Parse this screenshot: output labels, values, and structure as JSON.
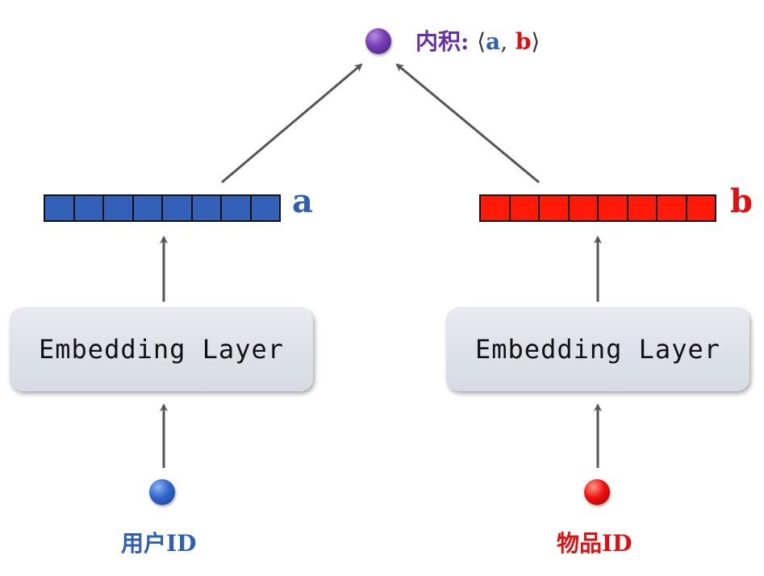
{
  "output": {
    "label": "内积:",
    "open_bracket": "⟨",
    "a": "a",
    "comma": ",",
    "b": "b",
    "close_bracket": "⟩"
  },
  "vectors": {
    "a": {
      "label": "a",
      "cells": 8,
      "color": "#3461b8"
    },
    "b": {
      "label": "b",
      "cells": 8,
      "color": "#ff1a0a"
    }
  },
  "layers": {
    "user": "Embedding Layer",
    "item": "Embedding Layer"
  },
  "inputs": {
    "user": "用户ID",
    "item": "物品ID"
  },
  "colors": {
    "output_node": "#7a3fb8",
    "user": "#2f5fb3",
    "item": "#dd1111",
    "arrow": "#555555"
  }
}
